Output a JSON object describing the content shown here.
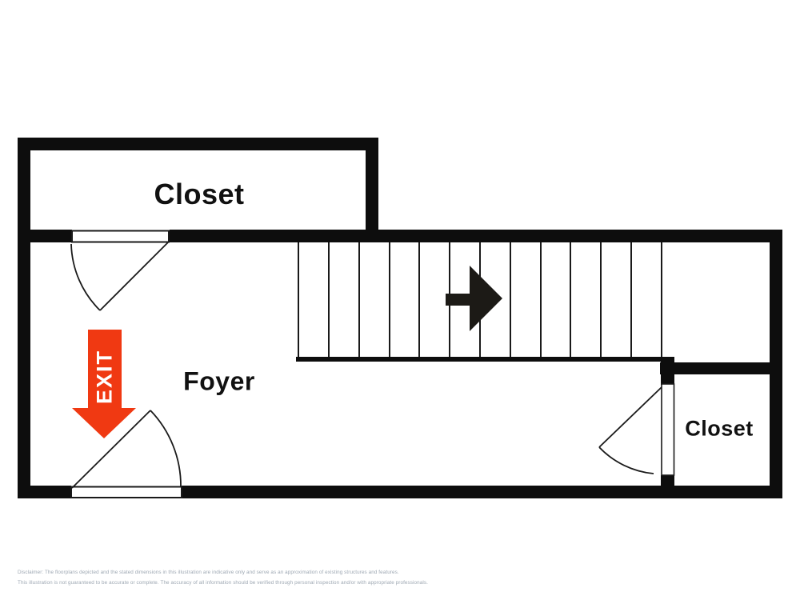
{
  "plan": {
    "rooms": [
      {
        "id": "closet-top",
        "label": "Closet"
      },
      {
        "id": "foyer",
        "label": "Foyer"
      },
      {
        "id": "closet-bottom-right",
        "label": "Closet"
      }
    ],
    "exit_arrow": {
      "label": "EXIT",
      "color": "#f03912"
    },
    "stairs": {
      "tread_count": 13,
      "direction": "right"
    },
    "colors": {
      "wall": "#0d0d0d",
      "stair_arrow": "#1c1a16",
      "line": "#1a1a1a"
    }
  },
  "footer": {
    "line1": "Disclaimer: The floorplans depicted and the stated dimensions in this illustration are indicative only and serve as an approximation of existing structures and features.",
    "line2": "This illustration is not guaranteed to be accurate or complete. The accuracy of all information should be verified through personal inspection and/or with appropriate professionals."
  }
}
